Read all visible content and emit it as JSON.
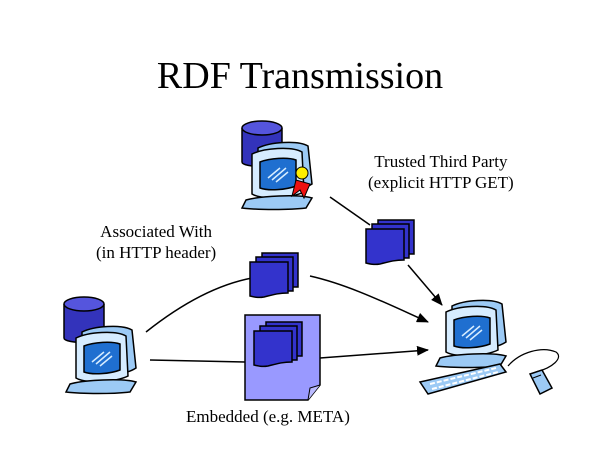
{
  "slide": {
    "title": "RDF Transmission"
  },
  "labels": {
    "trusted_third_party": {
      "line1": "Trusted Third Party",
      "line2": "(explicit HTTP GET)"
    },
    "associated_with": {
      "line1": "Associated With",
      "line2": "(in HTTP header)"
    },
    "embedded": {
      "line1": "Embedded (e.g. META)"
    }
  },
  "nodes": [
    {
      "id": "trusted-third-party-server",
      "icon": "computer-with-database-and-award-ribbon"
    },
    {
      "id": "source-server",
      "icon": "computer-with-database"
    },
    {
      "id": "client",
      "icon": "desktop-computer-with-keyboard-and-mouse"
    }
  ],
  "edges": [
    {
      "from": "trusted-third-party-server",
      "to": "client",
      "via": "document-stack",
      "label": "trusted_third_party"
    },
    {
      "from": "source-server",
      "to": "client",
      "via": "document-stack",
      "style": "curved",
      "label": "associated_with"
    },
    {
      "from": "source-server",
      "to": "client",
      "via": "page-with-embedded-document-stack",
      "style": "straight",
      "label": "embedded"
    }
  ],
  "colors": {
    "doc_blue": "#3333cc",
    "page_lavender": "#9999ff",
    "screen_blue": "#1f6fd0",
    "monitor_light": "#9ccaf5",
    "monitor_pale": "#d6ecff",
    "database_blue": "#3333bb",
    "ribbon_red": "#ee1111",
    "ribbon_yellow": "#ffee00"
  }
}
